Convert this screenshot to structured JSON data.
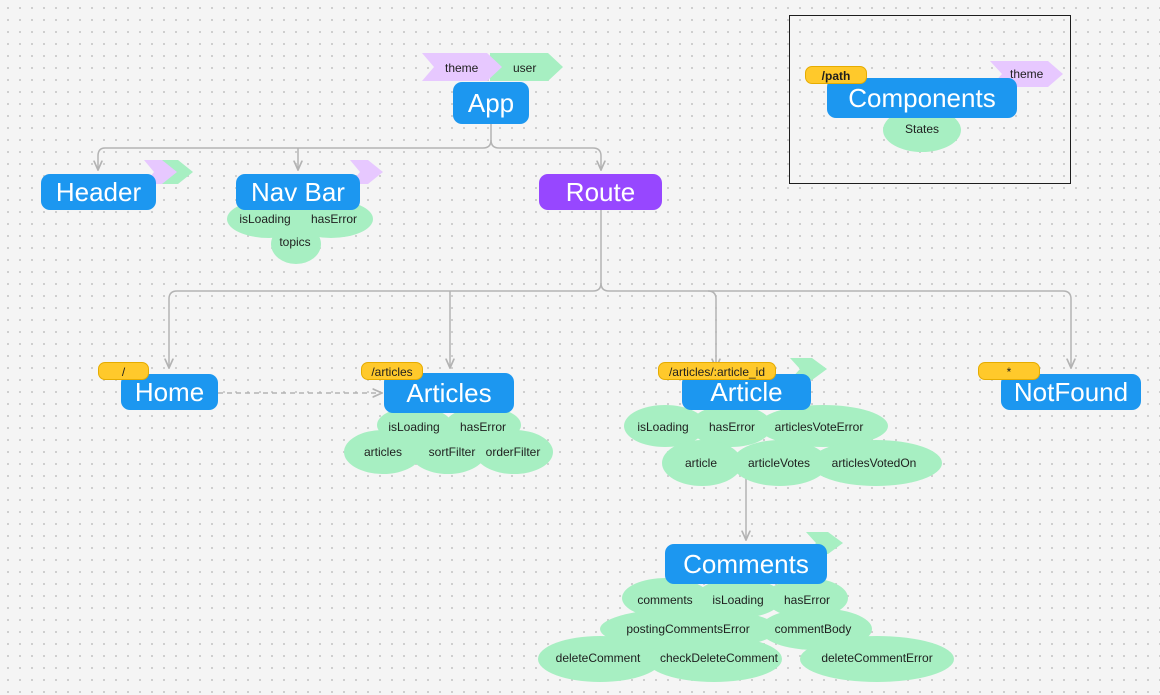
{
  "legend": {
    "component": "Components",
    "path_tag": "/path",
    "state": "States",
    "context": "theme"
  },
  "app": {
    "name": "App",
    "contexts": [
      "theme",
      "user"
    ]
  },
  "header": {
    "name": "Header"
  },
  "navbar": {
    "name": "Nav Bar",
    "states": [
      "isLoading",
      "hasError",
      "topics"
    ]
  },
  "route": {
    "name": "Route"
  },
  "home": {
    "name": "Home",
    "path": "/"
  },
  "articles": {
    "name": "Articles",
    "path": "/articles",
    "states": [
      "isLoading",
      "hasError",
      "articles",
      "sortFilter",
      "orderFilter"
    ]
  },
  "article": {
    "name": "Article",
    "path": "/articles/:article_id",
    "states": [
      "isLoading",
      "hasError",
      "articlesVoteError",
      "article",
      "articleVotes",
      "articlesVotedOn"
    ]
  },
  "notfound": {
    "name": "NotFound",
    "path": "*"
  },
  "comments": {
    "name": "Comments",
    "states": [
      "comments",
      "isLoading",
      "hasError",
      "postingCommentsError",
      "commentBody",
      "deleteComment",
      "checkDeleteComment",
      "deleteCommentError"
    ]
  },
  "colors": {
    "component": "#1c97f0",
    "route": "#9747ff",
    "state": "#a7efc2",
    "path_tag": "#ffc92b",
    "theme_context": "#e7c8ff",
    "user_context": "#a7efc2",
    "connector": "#b3b3b3"
  }
}
